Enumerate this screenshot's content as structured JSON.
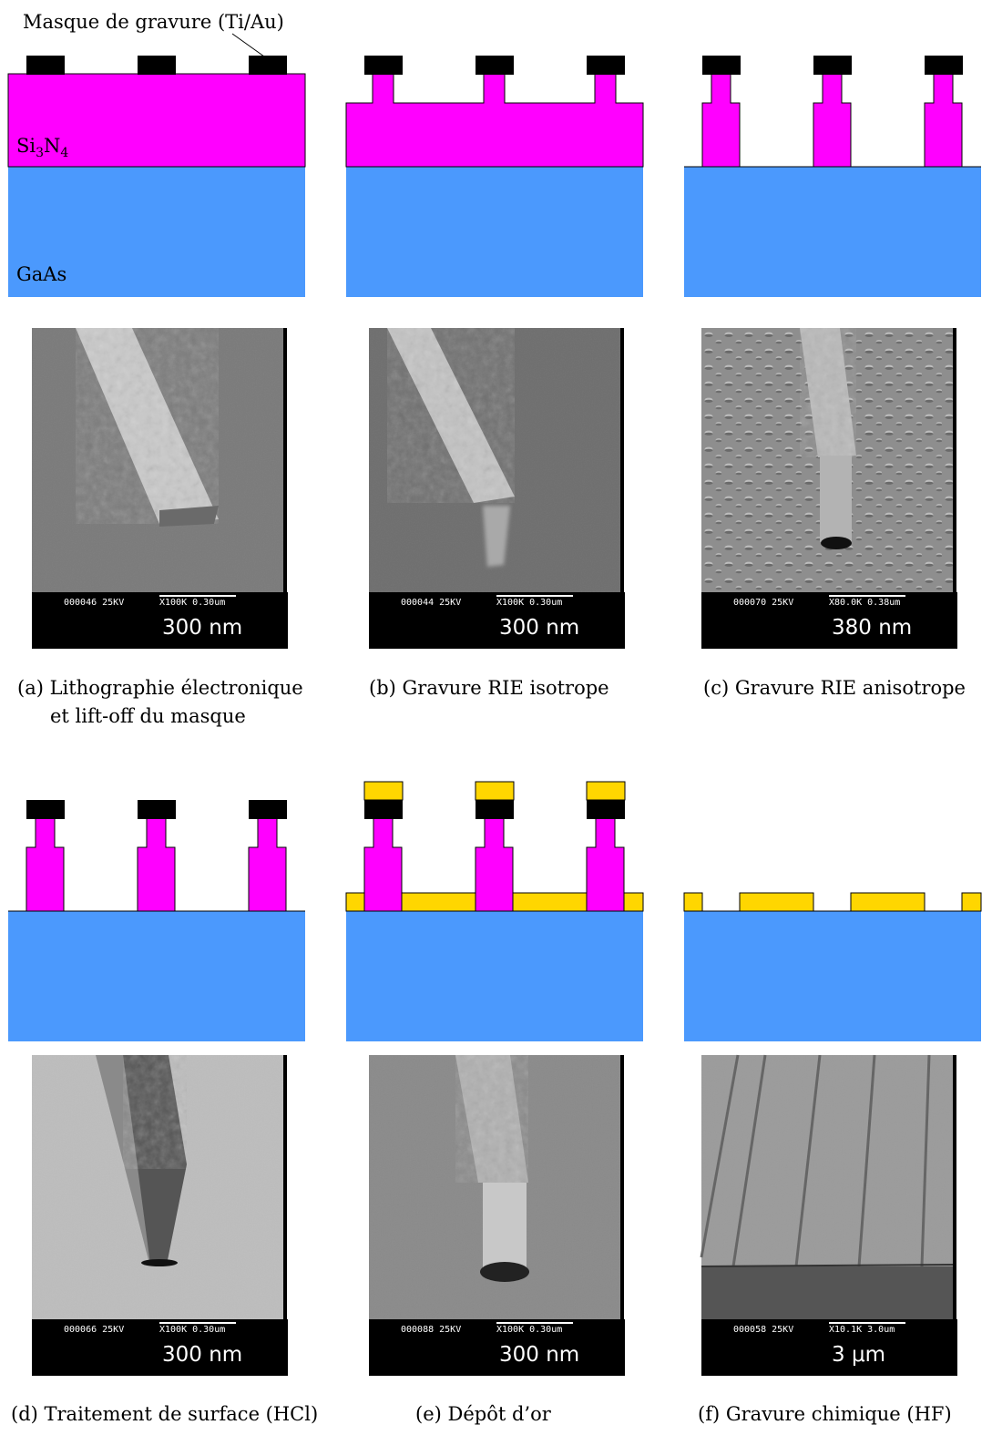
{
  "colors": {
    "gaas": "#4b99fd",
    "si3n4": "#ff00ff",
    "mask": "#000000",
    "gold": "#ffd600"
  },
  "labels": {
    "mask_label": "Masque de gravure (Ti/Au)",
    "si3n4_base": "Si",
    "si3n4_sub1": "3",
    "si3n4_n": "N",
    "si3n4_sub2": "4",
    "gaas_label": "GaAs"
  },
  "panels": [
    {
      "id": "a",
      "caption_line1": "(a) Lithographie électronique",
      "caption_line2": "et lift-off du masque",
      "sem": {
        "code": "000046 25KV",
        "mag": "X100K 0.30um",
        "scale": "300 nm"
      }
    },
    {
      "id": "b",
      "caption_line1": "(b) Gravure RIE isotrope",
      "sem": {
        "code": "000044 25KV",
        "mag": "X100K 0.30um",
        "scale": "300 nm"
      }
    },
    {
      "id": "c",
      "caption_line1": "(c) Gravure RIE anisotrope",
      "sem": {
        "code": "000070 25KV",
        "mag": "X80.0K 0.38um",
        "scale": "380 nm"
      }
    },
    {
      "id": "d",
      "caption_line1": "(d) Traitement de surface (HCl)",
      "sem": {
        "code": "000066 25KV",
        "mag": "X100K 0.30um",
        "scale": "300 nm"
      }
    },
    {
      "id": "e",
      "caption_line1": "(e) Dépôt d’or",
      "sem": {
        "code": "000088 25KV",
        "mag": "X100K 0.30um",
        "scale": "300 nm"
      }
    },
    {
      "id": "f",
      "caption_line1": "(f) Gravure chimique (HF)",
      "sem": {
        "code": "000058 25KV",
        "mag": "X10.1K  3.0um",
        "scale": "3 μm"
      }
    }
  ]
}
